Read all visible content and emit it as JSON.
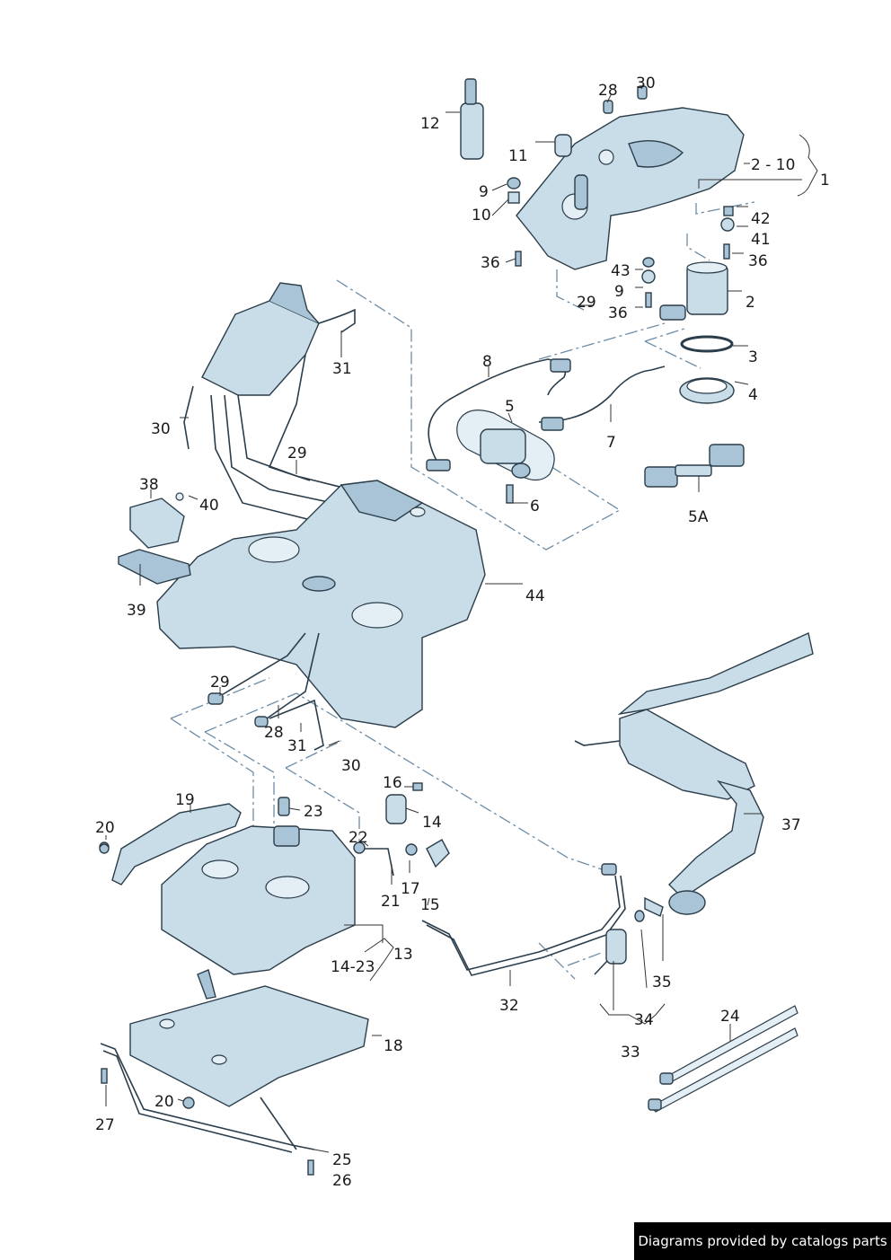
{
  "credit": "Diagrams provided by catalogs parts",
  "labels": [
    "1",
    "2 - 10",
    "2",
    "3",
    "4",
    "5",
    "5A",
    "6",
    "7",
    "8",
    "9",
    "9",
    "10",
    "11",
    "12",
    "13",
    "14",
    "14-23",
    "15",
    "16",
    "17",
    "18",
    "19",
    "20",
    "20",
    "21",
    "22",
    "23",
    "24",
    "25",
    "26",
    "27",
    "28",
    "28",
    "29",
    "29",
    "29",
    "30",
    "30",
    "30",
    "31",
    "31",
    "32",
    "33",
    "34",
    "35",
    "36",
    "36",
    "36",
    "37",
    "38",
    "39",
    "40",
    "41",
    "42",
    "43",
    "44"
  ]
}
